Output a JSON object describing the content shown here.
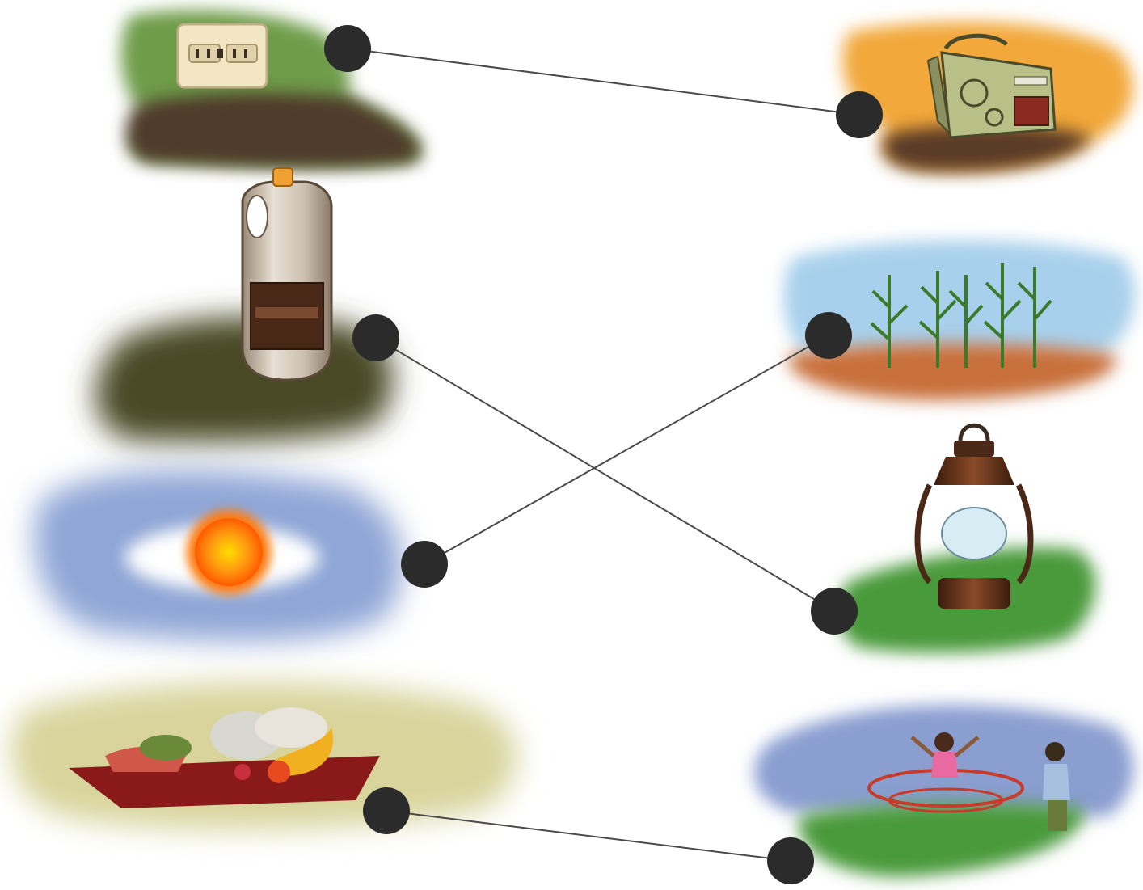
{
  "left_items": [
    {
      "id": "outlet",
      "icon": "electric-outlet-icon"
    },
    {
      "id": "gallon",
      "icon": "fuel-gallon-icon"
    },
    {
      "id": "sun",
      "icon": "sun-icon"
    },
    {
      "id": "food",
      "icon": "food-tray-icon"
    }
  ],
  "right_items": [
    {
      "id": "radio",
      "icon": "radio-icon"
    },
    {
      "id": "plants",
      "icon": "corn-plants-icon"
    },
    {
      "id": "lantern",
      "icon": "oil-lantern-icon"
    },
    {
      "id": "kids",
      "icon": "children-playing-icon"
    }
  ],
  "connections": [
    {
      "from": "outlet",
      "to": "radio"
    },
    {
      "from": "gallon",
      "to": "lantern"
    },
    {
      "from": "sun",
      "to": "plants"
    },
    {
      "from": "food",
      "to": "kids"
    }
  ],
  "colors": {
    "dot": "#2b2b2b",
    "line": "#4a4a4a"
  }
}
